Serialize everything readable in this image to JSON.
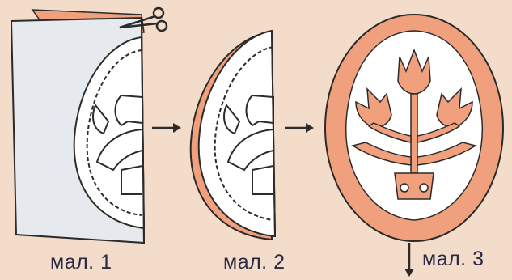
{
  "captions": {
    "fig1": "мал. 1",
    "fig2": "мал. 2",
    "fig3": "мал. 3"
  },
  "colors": {
    "background": "#f3dcc9",
    "paper_gray": "#e6e9ee",
    "paper_orange": "#f0a07c",
    "cutout_white": "#ffffff",
    "outline": "#2b2b2b"
  },
  "icons": {
    "scissors": "scissors-icon",
    "arrow_right": "arrow-right-icon",
    "arrow_down": "arrow-down-icon"
  }
}
